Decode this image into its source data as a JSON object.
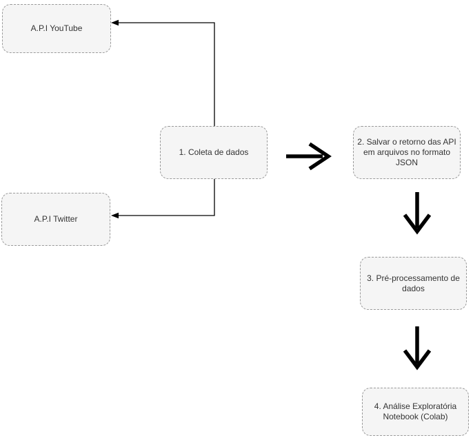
{
  "diagram": {
    "title": "Data pipeline flowchart",
    "colors": {
      "canvas_bg": "#ffffff",
      "node_fill": "#f5f5f5",
      "node_border": "#999999",
      "node_text": "#333333",
      "connector": "#000000"
    },
    "nodes": {
      "api_youtube": {
        "label": "A.P.I YouTube"
      },
      "api_twitter": {
        "label": "A.P.I Twitter"
      },
      "coleta": {
        "label": "1. Coleta de dados"
      },
      "salvar": {
        "label": "2. Salvar o retorno das API\nem arquivos no formato\nJSON"
      },
      "preprocessamento": {
        "label": "3. Pré-processamento de\ndados"
      },
      "analise": {
        "label": "4. Análise Exploratória\nNotebook (Colab)"
      }
    },
    "edges": [
      {
        "from": "coleta",
        "to": "api_youtube",
        "style": "thin-elbow-arrow"
      },
      {
        "from": "coleta",
        "to": "api_twitter",
        "style": "thin-elbow-arrow"
      },
      {
        "from": "coleta",
        "to": "salvar",
        "style": "thick-arrow-right"
      },
      {
        "from": "salvar",
        "to": "preprocessamento",
        "style": "thick-arrow-down"
      },
      {
        "from": "preprocessamento",
        "to": "analise",
        "style": "thick-arrow-down"
      }
    ]
  }
}
